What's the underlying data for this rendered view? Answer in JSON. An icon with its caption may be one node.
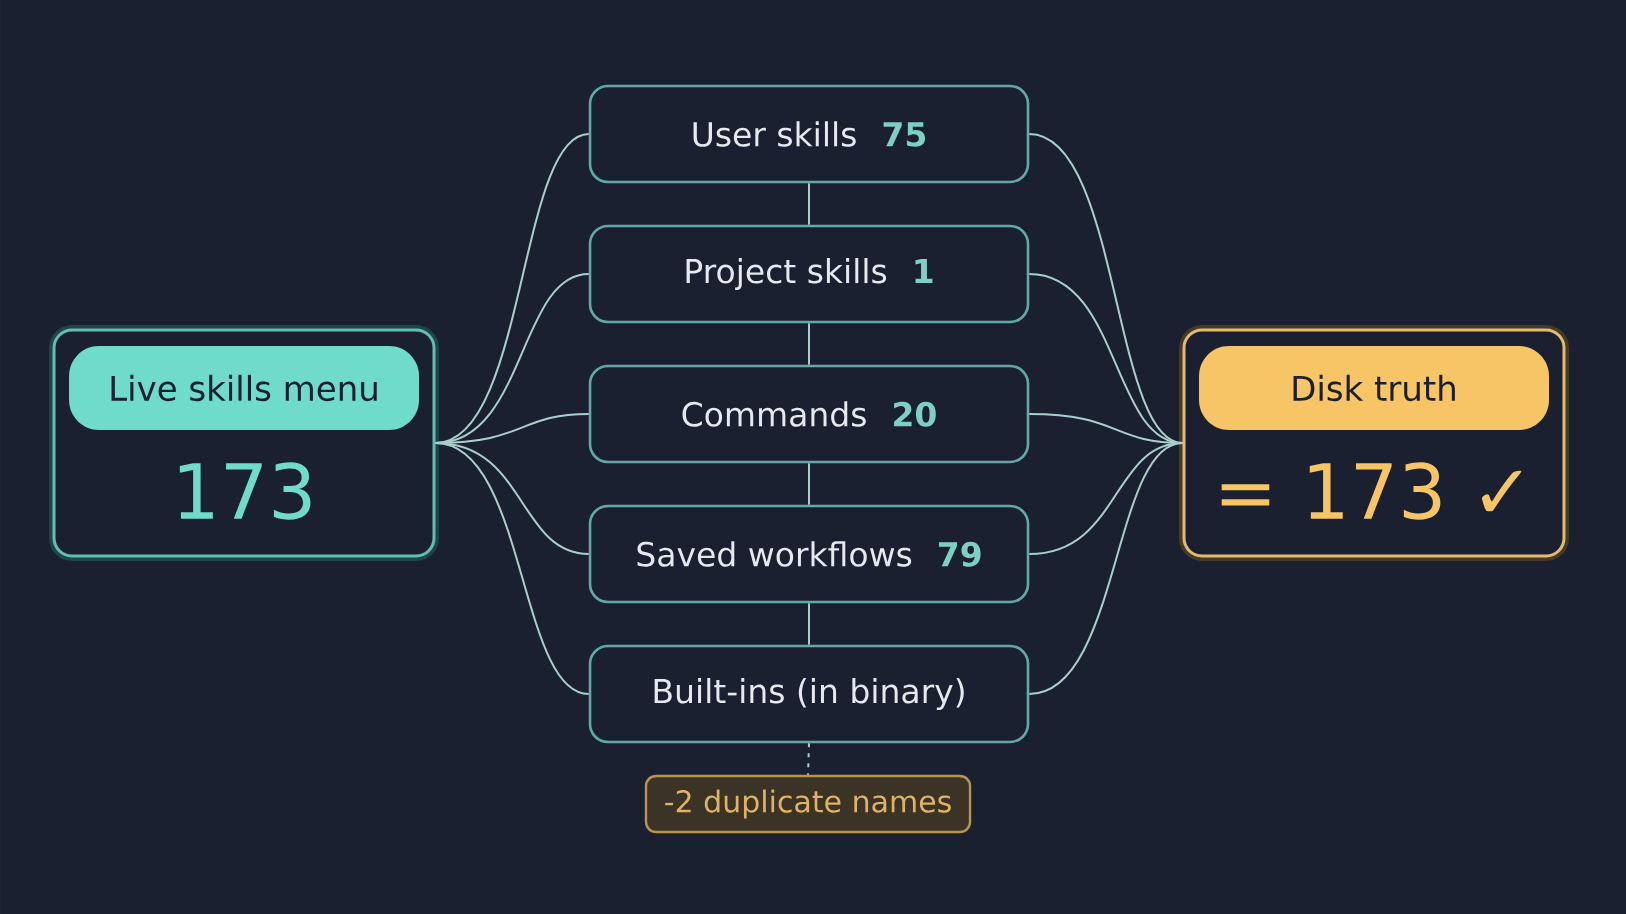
{
  "diagram": {
    "nodes": [
      {
        "text": [
          "Live skills menu",
          "173"
        ]
      },
      {
        "text": [
          "User skills",
          "75"
        ]
      },
      {
        "text": [
          "Project skills",
          "1"
        ]
      },
      {
        "text": [
          "Commands",
          "20"
        ]
      },
      {
        "text": [
          "Saved workflows",
          "79"
        ]
      },
      {
        "text": [
          "Built-ins (in binary)"
        ]
      },
      {
        "text": [
          "Disk truth",
          "= 173 ✓"
        ]
      },
      {
        "text": [
          "-2 duplicate names"
        ]
      }
    ],
    "edges": [
      {
        "from": 0,
        "to": 1,
        "arrow": "none"
      },
      {
        "from": 0,
        "to": 2,
        "arrow": "none"
      },
      {
        "from": 0,
        "to": 3,
        "arrow": "none"
      },
      {
        "from": 0,
        "to": 4,
        "arrow": "none"
      },
      {
        "from": 0,
        "to": 5,
        "arrow": "none"
      },
      {
        "from": 1,
        "to": 6,
        "arrow": "none"
      },
      {
        "from": 2,
        "to": 6,
        "arrow": "none"
      },
      {
        "from": 3,
        "to": 6,
        "arrow": "none"
      },
      {
        "from": 4,
        "to": 6,
        "arrow": "none"
      },
      {
        "from": 5,
        "to": 6,
        "arrow": "none"
      },
      {
        "from": 1,
        "to": 2,
        "arrow": "none"
      },
      {
        "from": 2,
        "to": 3,
        "arrow": "none"
      },
      {
        "from": 3,
        "to": 4,
        "arrow": "none"
      },
      {
        "from": 4,
        "to": 5,
        "arrow": "none"
      },
      {
        "from": 5,
        "to": 7,
        "arrow": "none",
        "style": "dashed"
      }
    ]
  }
}
